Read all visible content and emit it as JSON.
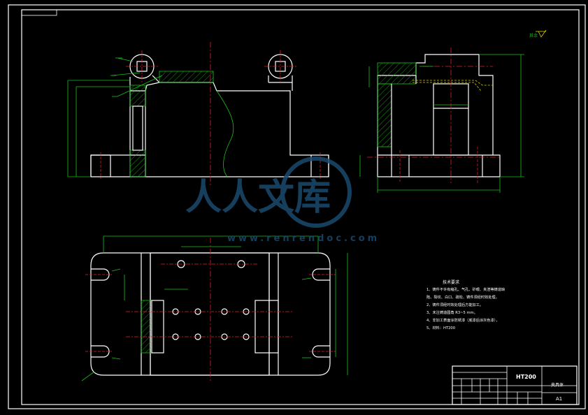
{
  "title_block": {
    "material": "HT200",
    "part_name": "夹具体",
    "sheet_size": "A1"
  },
  "tech_requirements": {
    "heading": "技术要求",
    "items": [
      "1、铸件不许有缩孔、气孔、砂眼、夹渣等铸造缺",
      "陷、裂纹、白口、疏松、铸件须经时效处理。",
      "2、铸件须经时效处理后方能加工。",
      "3、未注铸造圆角 R3~5 mm。",
      "4、非加工表面涂防锈漆（底漆后涂灰色漆），",
      "5、材料：HT200"
    ]
  },
  "roughness_mark": "其余",
  "watermark": {
    "text": "人人文库",
    "url": "www.renrendoc.com"
  },
  "colors": {
    "outline": "#ffffff",
    "centerline": "#e02020",
    "dimension": "#19c219",
    "hidden": "#e0d000",
    "background": "#000000"
  }
}
